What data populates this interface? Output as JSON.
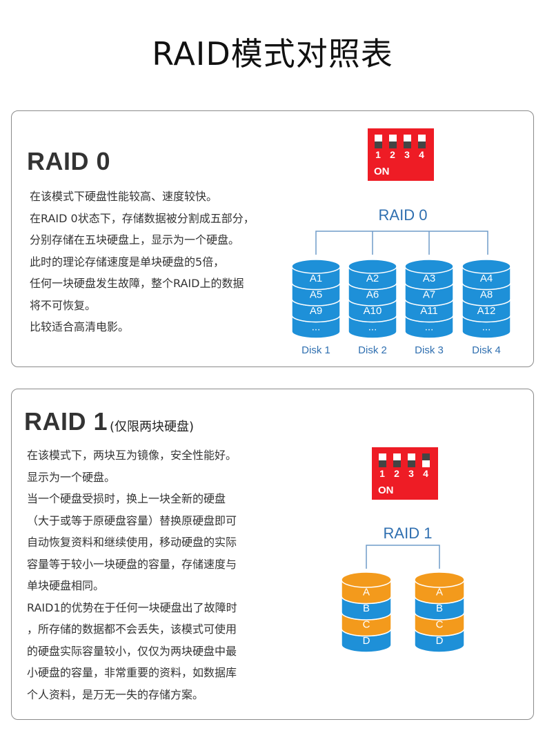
{
  "page": {
    "title": "RAID模式对照表"
  },
  "raid0": {
    "title": "RAID 0",
    "description": [
      "在该模式下硬盘性能较高、速度较快。",
      "在RAID 0状态下，存储数据被分割成五部分，",
      "分别存储在五块硬盘上，显示为一个硬盘。",
      "此时的理论存储速度是单块硬盘的5倍，",
      "任何一块硬盘发生故障，整个RAID上的数据",
      "将不可恢复。",
      "比较适合高清电影。"
    ],
    "dip": {
      "switches": [
        "1",
        "2",
        "3",
        "4"
      ],
      "on_label": "ON",
      "states": [
        "down",
        "down",
        "down",
        "down"
      ]
    },
    "diagram": {
      "label": "RAID 0",
      "disks": [
        {
          "name": "Disk 1",
          "blocks": [
            "A1",
            "A5",
            "A9",
            "..."
          ]
        },
        {
          "name": "Disk 2",
          "blocks": [
            "A2",
            "A6",
            "A10",
            "..."
          ]
        },
        {
          "name": "Disk 3",
          "blocks": [
            "A3",
            "A7",
            "A11",
            "..."
          ]
        },
        {
          "name": "Disk 4",
          "blocks": [
            "A4",
            "A8",
            "A12",
            "..."
          ]
        }
      ]
    }
  },
  "raid1": {
    "title": "RAID 1",
    "subtitle": "(仅限两块硬盘)",
    "description": [
      "在该模式下，两块互为镜像，安全性能好。",
      "显示为一个硬盘。",
      "当一个硬盘受损时，换上一块全新的硬盘",
      "（大于或等于原硬盘容量）替换原硬盘即可",
      "自动恢复资料和继续使用，移动硬盘的实际",
      "容量等于较小一块硬盘的容量，存储速度与",
      "单块硬盘相同。",
      "RAID1的优势在于任何一块硬盘出了故障时",
      "，所存储的数据都不会丢失，该模式可使用",
      "的硬盘实际容量较小，仅仅为两块硬盘中最",
      "小硬盘的容量，非常重要的资料，如数据库",
      "个人资料，是万无一失的存储方案。"
    ],
    "dip": {
      "switches": [
        "1",
        "2",
        "3",
        "4"
      ],
      "on_label": "ON",
      "states": [
        "down",
        "down",
        "down",
        "up"
      ]
    },
    "diagram": {
      "label": "RAID 1",
      "disks": [
        {
          "blocks": [
            "A",
            "B",
            "C",
            "D"
          ]
        },
        {
          "blocks": [
            "A",
            "B",
            "C",
            "D"
          ]
        }
      ]
    }
  },
  "colors": {
    "dip_red": "#ee1c25",
    "raid0_disk": "#1e90d8",
    "raid1_blue": "#1e90d8",
    "raid1_orange": "#f39a1c",
    "label_blue": "#2f6fb0",
    "disk_label": "#2f6fb0"
  }
}
